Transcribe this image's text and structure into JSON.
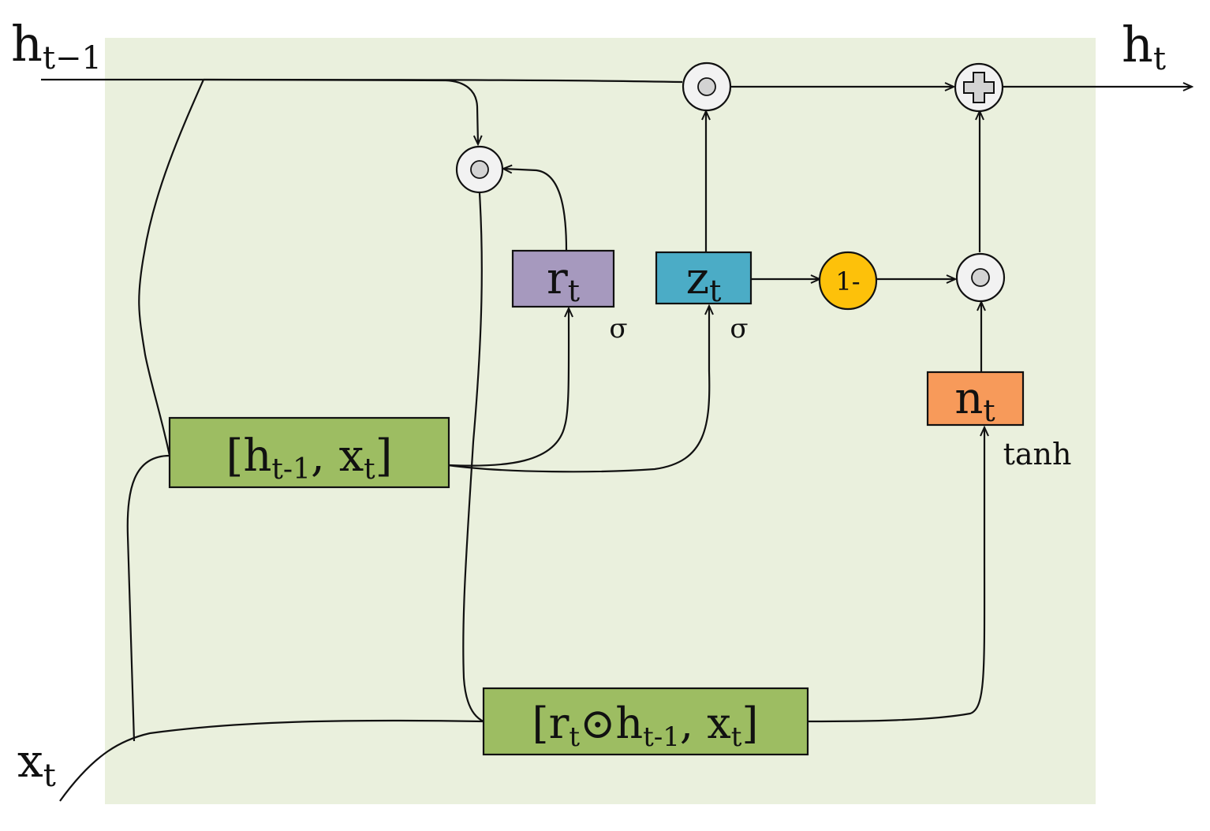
{
  "colors": {
    "cell_background": "#eaf0dd",
    "concat_box": "#9dbd62",
    "reset_gate": "#a699be",
    "update_gate": "#4bacc6",
    "candidate": "#f79a5a",
    "one_minus": "#fdc10a"
  },
  "labels": {
    "h_prev": {
      "main": "h",
      "sub": "t−1"
    },
    "h_out": {
      "main": "h",
      "sub": "t"
    },
    "x_in": {
      "main": "x",
      "sub": "t"
    }
  },
  "boxes": {
    "concat1": {
      "open": "[h",
      "sub1": "t-1",
      "mid": ", x",
      "sub2": "t",
      "close": "]"
    },
    "concat2": {
      "open": "[r",
      "sub1": "t",
      "mid": "⊙h",
      "sub2": "t-1",
      "mid2": ", x",
      "sub3": "t",
      "close": "]"
    },
    "reset_gate": {
      "main": "r",
      "sub": "t",
      "activation": "σ"
    },
    "update_gate": {
      "main": "z",
      "sub": "t",
      "activation": "σ"
    },
    "candidate": {
      "main": "n",
      "sub": "t",
      "activation": "tanh"
    },
    "one_minus": {
      "text": "1-"
    }
  }
}
